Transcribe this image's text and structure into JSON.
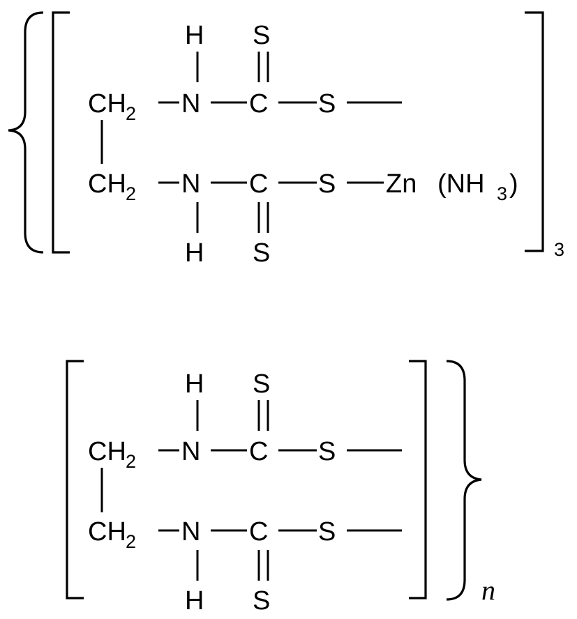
{
  "structure_1": {
    "upper_chain": {
      "h": "H",
      "s_top": "S",
      "ch": "CH",
      "ch_sub": "2",
      "n": "N",
      "c": "C",
      "s": "S"
    },
    "lower_chain": {
      "ch": "CH",
      "ch_sub": "2",
      "n": "N",
      "c": "C",
      "s": "S",
      "zn": "Zn",
      "ligand_open": "(NH",
      "ligand_sub": "3",
      "ligand_close": ")",
      "h": "H",
      "s_bottom": "S"
    },
    "bracket_subscript": "3"
  },
  "structure_2": {
    "upper_chain": {
      "h": "H",
      "s_top": "S",
      "ch": "CH",
      "ch_sub": "2",
      "n": "N",
      "c": "C",
      "s": "S"
    },
    "lower_chain": {
      "ch": "CH",
      "ch_sub": "2",
      "n": "N",
      "c": "C",
      "s": "S",
      "h": "H",
      "s_bottom": "S"
    },
    "brace_subscript": "n"
  }
}
